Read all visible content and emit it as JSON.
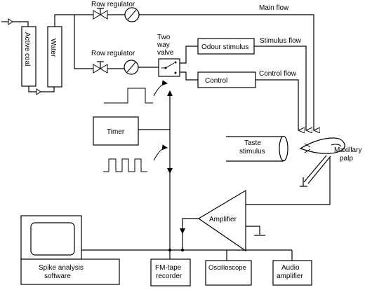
{
  "labels": {
    "active_coal": "Active coal",
    "water": "Water",
    "flow_regulator_top": "Row regulator",
    "flow_regulator_bottom": "Row regulator",
    "main_flow": "Main flow",
    "two_way_valve_line1": "Two",
    "two_way_valve_line2": "way",
    "two_way_valve_line3": "valve",
    "odour_stimulus": "Odour stimulus",
    "stimulus_flow": "Stimulus flow",
    "control": "Control",
    "control_flow": "Control flow",
    "timer": "Timer",
    "taste_stimulus_line1": "Taste",
    "taste_stimulus_line2": "stimulus",
    "maxillary_palp_line1": "Maxillary",
    "maxillary_palp_line2": "palp",
    "amplifier": "Amplifier",
    "spike_analysis_line1": "Spike analysis",
    "spike_analysis_line2": "software",
    "fm_tape_line1": "FM-tape",
    "fm_tape_line2": "recorder",
    "oscilloscope": "Oscilloscope",
    "audio_amplifier_line1": "Audio",
    "audio_amplifier_line2": "amplifier"
  },
  "colors": {
    "stroke": "#000000",
    "background": "#ffffff"
  }
}
